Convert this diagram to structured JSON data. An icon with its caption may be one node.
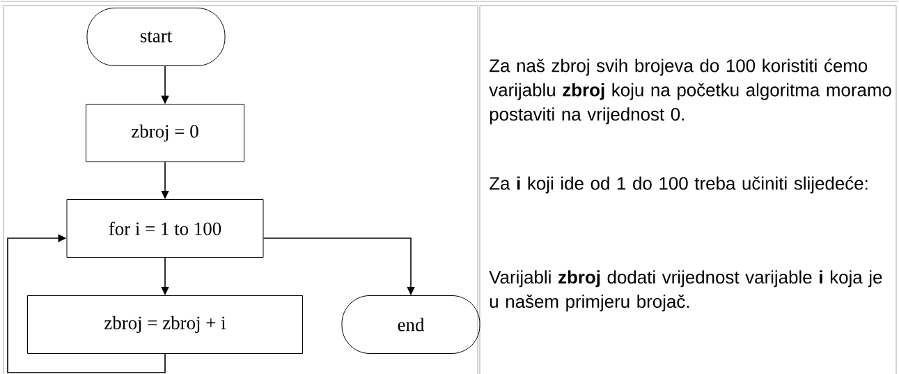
{
  "diagram": {
    "nodes": [
      {
        "text": [
          "start"
        ]
      },
      {
        "text": [
          "zbroj = 0"
        ]
      },
      {
        "text": [
          "for i = 1 to 100"
        ]
      },
      {
        "text": [
          "zbroj = zbroj + i"
        ]
      },
      {
        "text": [
          "end"
        ]
      }
    ],
    "edges": [
      {
        "from": 0,
        "to": 1,
        "arrow": "to"
      },
      {
        "from": 1,
        "to": 2,
        "arrow": "to"
      },
      {
        "from": 2,
        "to": 3,
        "arrow": "to"
      },
      {
        "from": 3,
        "to": 2,
        "arrow": "to"
      },
      {
        "from": 2,
        "to": 4,
        "arrow": "to"
      }
    ],
    "labels": [
      "Za naš zbroj svih brojeva do 100 koristiti ćemo varijablu **zbroj** koju na početku algoritma moramo postaviti na vrijednost 0.",
      "Za **i** koji ide od 1 do 100 treba učiniti slijedeće:",
      "Varijabli **zbroj** dodati vrijednost varijable **i** koja je u našem primjeru brojač."
    ]
  }
}
